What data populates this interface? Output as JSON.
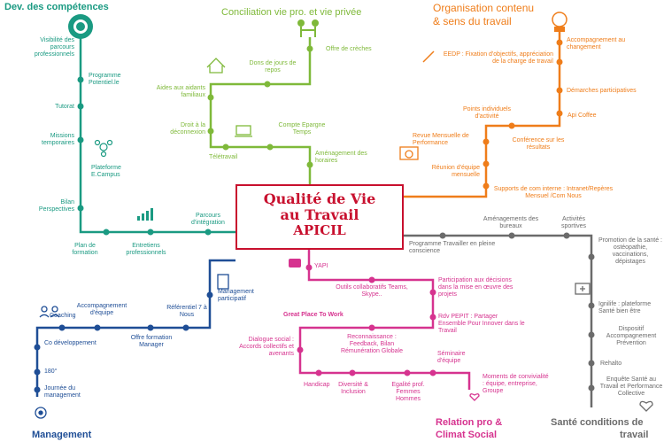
{
  "center": {
    "line1": "Qualité de Vie",
    "line2": "au Travail",
    "line3": "APICIL"
  },
  "colors": {
    "dev": "#1a9a82",
    "concil": "#7fb93a",
    "orga": "#ef7d1a",
    "relation": "#d6338f",
    "management": "#1f4e96",
    "sante": "#6b6b6b",
    "center": "#c8102e"
  },
  "dev": {
    "title": "Dev. des compétences",
    "items": [
      "Visibilité des parcours professionnels",
      "Programme Potentiel.le",
      "Tutorat",
      "Missions temporaires",
      "Plateforme E.Campus",
      "Bilan Perspectives",
      "Plan de formation",
      "Entretiens professionnels",
      "Parcours d'intégration"
    ]
  },
  "concil": {
    "title": "Conciliation vie pro. et vie privée",
    "items": [
      "Offre de crèches",
      "Dons de jours de repos",
      "Aides aux aidants familiaux",
      "Droit à la déconnexion",
      "Compte Epargne Temps",
      "Télétravail",
      "Aménagement des horaires"
    ]
  },
  "orga": {
    "title_line1": "Organisation contenu",
    "title_line2": "& sens du travail",
    "items": [
      "Accompagnement au changement",
      "EEDP : Fixation d'objectifs, appréciation de la charge de travail",
      "Démarches participatives",
      "Api Coffee",
      "Points individuels d'activité",
      "Revue Mensuelle de Performance",
      "Conférence sur les résultats",
      "Réunion d'équipe mensuelle",
      "Supports de com interne : Intranet/Repères Mensuel /Com Nous"
    ]
  },
  "relation": {
    "title_line1": "Relation pro &",
    "title_line2": "Climat Social",
    "items": [
      "YAPI",
      "Outils collaboratifs Teams, Skype..",
      "Participation aux décisions dans la mise en œuvre des projets",
      "Great Place To Work",
      "Rdv PEPIT : Partager Ensemble Pour Innover dans le Travail",
      "Dialogue social : Accords collectifs et avenants",
      "Reconnaissance : Feedback, Bilan Rémunération Globale",
      "Séminaire d'équipe",
      "Handicap",
      "Diversité & Inclusion",
      "Egalité prof. Femmes Hommes",
      "Moments de convivialité : équipe, entreprise, Groupe"
    ]
  },
  "management": {
    "title": "Management",
    "items": [
      "Management participatif",
      "Accompagnement d'équipe",
      "Référentiel 7 à Nous",
      "Coaching",
      "Offre formation Manager",
      "Co développement",
      "180°",
      "Journée du management"
    ]
  },
  "sante": {
    "title_line1": "Santé conditions de",
    "title_line2": "travail",
    "items": [
      "Aménagements des bureaux",
      "Activités sportives",
      "Programme Travailler en pleine conscience",
      "Promotion de la santé : ostéopathie, vaccinations, dépistages",
      "Ignilife : plateforme Santé bien être",
      "Dispositif Accompagnement Prévention",
      "Rehalto",
      "Enquête Santé au Travail et Performance Collective"
    ]
  }
}
